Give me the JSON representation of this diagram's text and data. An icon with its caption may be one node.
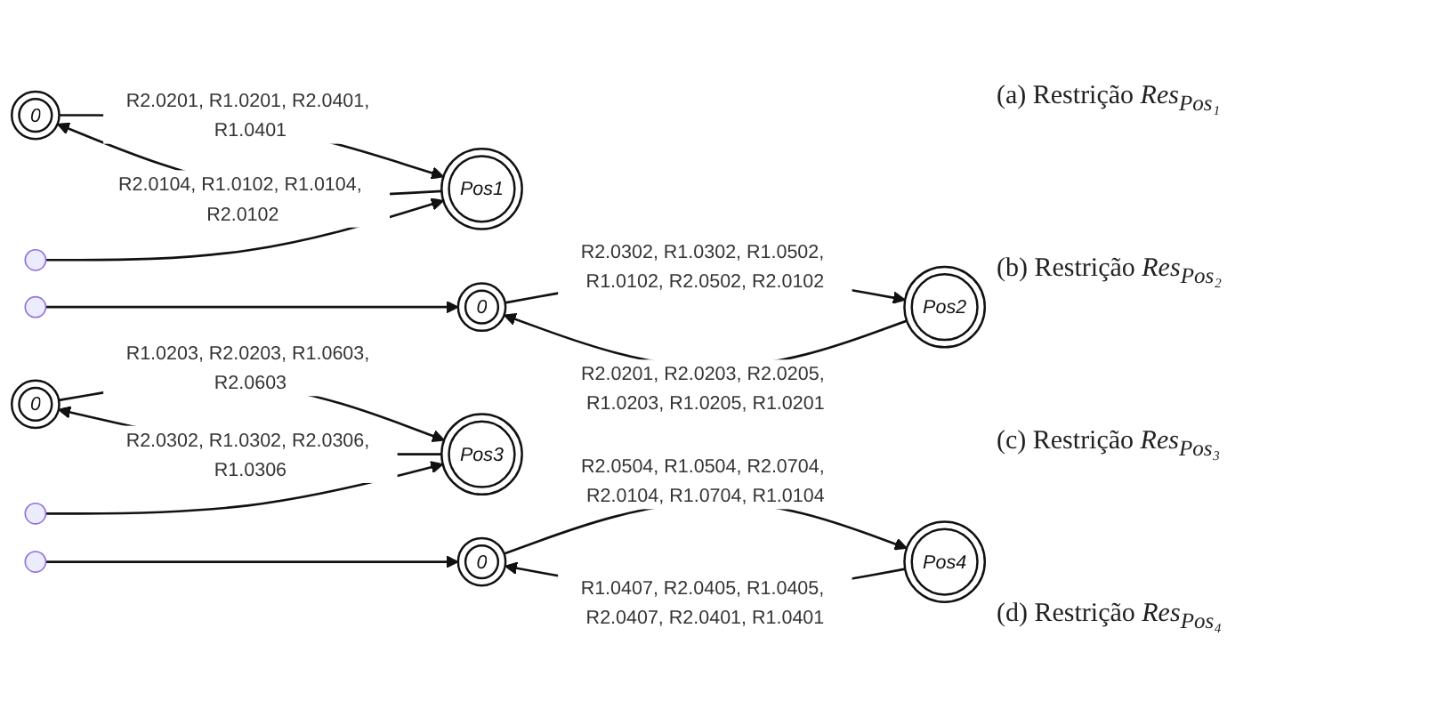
{
  "diagram": {
    "nodes": [
      {
        "text": [
          "0"
        ]
      },
      {
        "text": [
          "Pos1"
        ]
      },
      {
        "text": [
          "0"
        ]
      },
      {
        "text": [
          "Pos2"
        ]
      },
      {
        "text": [
          "0"
        ]
      },
      {
        "text": [
          "Pos3"
        ]
      },
      {
        "text": [
          "0"
        ]
      },
      {
        "text": [
          "Pos4"
        ]
      }
    ],
    "edges": [
      {
        "from": 0,
        "to": 1,
        "arrow": "to",
        "label": "R2.0201, R1.0201, R2.0401, R1.0401"
      },
      {
        "from": 1,
        "to": 0,
        "arrow": "to",
        "label": "R2.0104, R1.0102, R1.0104, R2.0102"
      },
      {
        "from": null,
        "to": 1,
        "arrow": "to"
      },
      {
        "from": null,
        "to": 2,
        "arrow": "to"
      },
      {
        "from": 2,
        "to": 3,
        "arrow": "to",
        "label": "R2.0302, R1.0302, R1.0502, R1.0102, R2.0502, R2.0102"
      },
      {
        "from": 3,
        "to": 2,
        "arrow": "to",
        "label": "R2.0201, R2.0203, R2.0205, R1.0203, R1.0205, R1.0201"
      },
      {
        "from": 4,
        "to": 5,
        "arrow": "to",
        "label": "R1.0203, R2.0203, R1.0603, R2.0603"
      },
      {
        "from": 5,
        "to": 4,
        "arrow": "to",
        "label": "R2.0302, R1.0302, R2.0306, R1.0306"
      },
      {
        "from": null,
        "to": 5,
        "arrow": "to"
      },
      {
        "from": null,
        "to": 6,
        "arrow": "to"
      },
      {
        "from": 6,
        "to": 7,
        "arrow": "to",
        "label": "R2.0504, R1.0504, R2.0704, R2.0104, R1.0704, R1.0104"
      },
      {
        "from": 7,
        "to": 6,
        "arrow": "to",
        "label": "R1.0407, R2.0405, R1.0405, R2.0407, R2.0401, R1.0401"
      }
    ],
    "labels": [
      "(a) Restrição *Res*$_{Pos₁}$",
      "(b) Restrição *Res*$_{Pos₂}$",
      "(c) Restrição *Res*$_{Pos₃}$",
      "(d) Restrição *Res*$_{Pos₄}$"
    ]
  }
}
